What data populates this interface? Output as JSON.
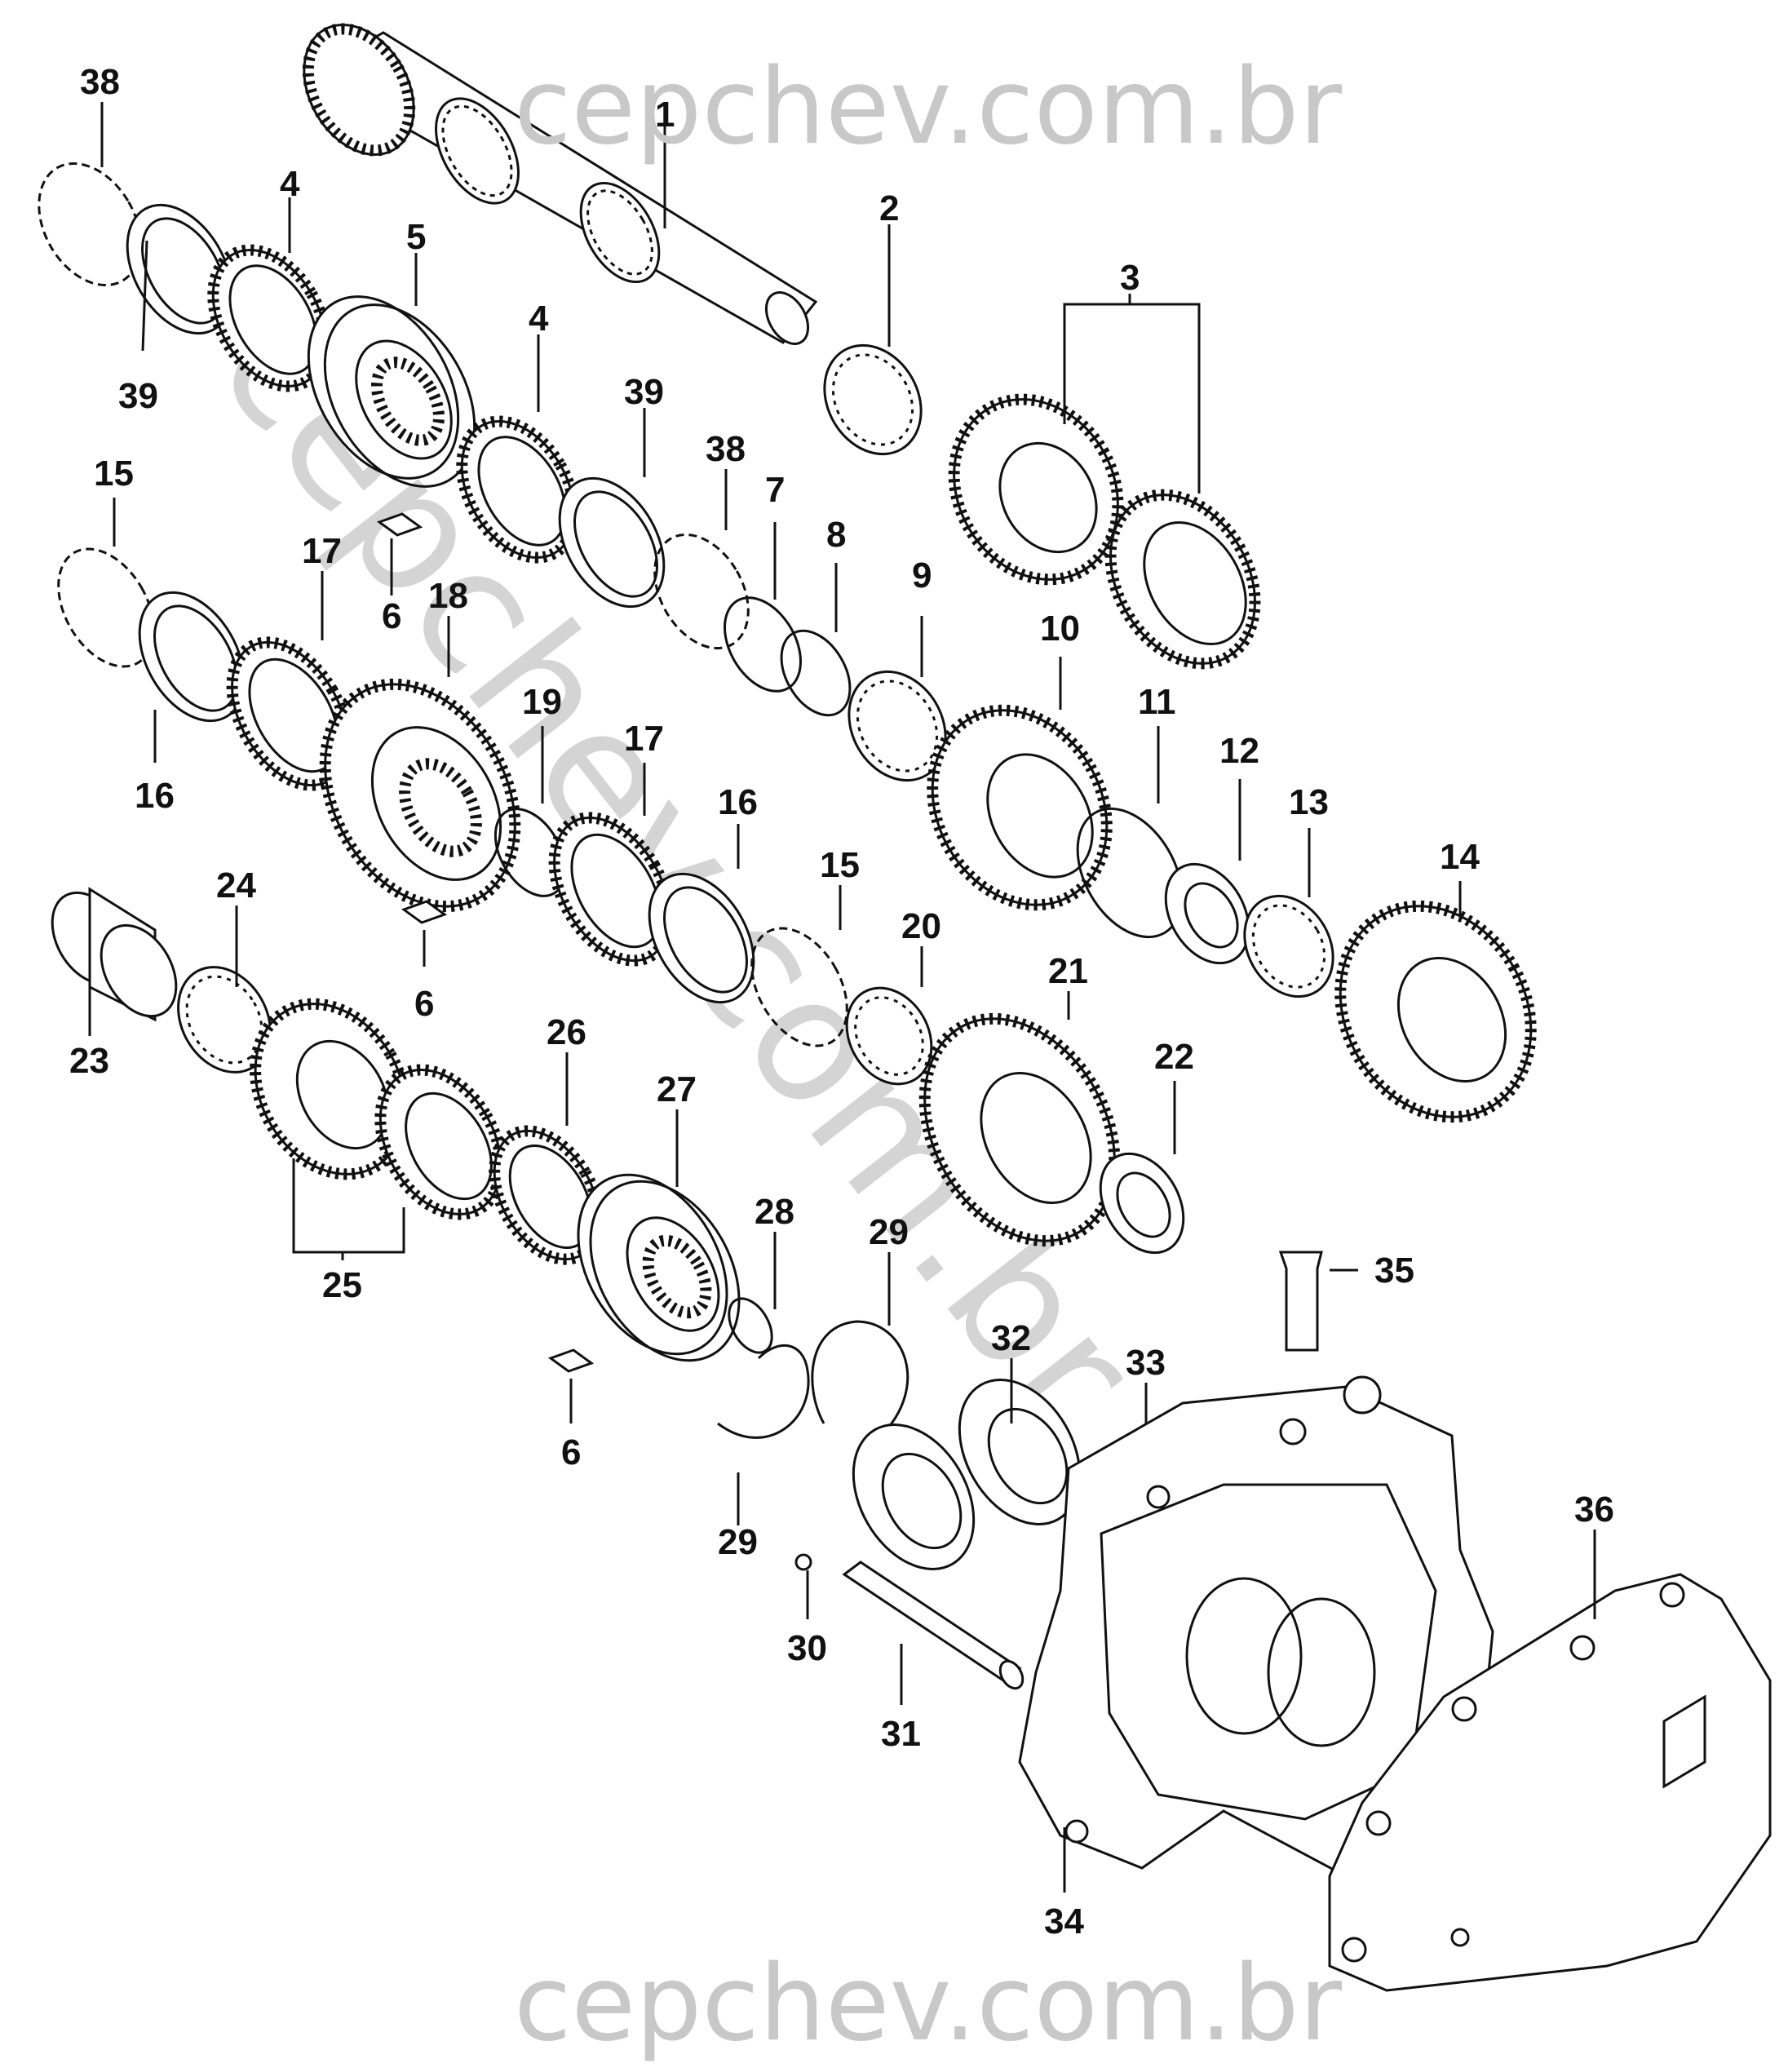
{
  "watermarks": {
    "top": "cepchev.com.br",
    "bottom": "cepchev.com.br",
    "diagonal": "cepchev.com.br"
  },
  "callouts": [
    {
      "id": "c1",
      "label": "1"
    },
    {
      "id": "c2",
      "label": "2"
    },
    {
      "id": "c3",
      "label": "3"
    },
    {
      "id": "c4a",
      "label": "4"
    },
    {
      "id": "c4b",
      "label": "4"
    },
    {
      "id": "c5",
      "label": "5"
    },
    {
      "id": "c6a",
      "label": "6"
    },
    {
      "id": "c6b",
      "label": "6"
    },
    {
      "id": "c6c",
      "label": "6"
    },
    {
      "id": "c7",
      "label": "7"
    },
    {
      "id": "c8",
      "label": "8"
    },
    {
      "id": "c9",
      "label": "9"
    },
    {
      "id": "c10",
      "label": "10"
    },
    {
      "id": "c11",
      "label": "11"
    },
    {
      "id": "c12",
      "label": "12"
    },
    {
      "id": "c13",
      "label": "13"
    },
    {
      "id": "c14",
      "label": "14"
    },
    {
      "id": "c15a",
      "label": "15"
    },
    {
      "id": "c15b",
      "label": "15"
    },
    {
      "id": "c16a",
      "label": "16"
    },
    {
      "id": "c16b",
      "label": "16"
    },
    {
      "id": "c17a",
      "label": "17"
    },
    {
      "id": "c17b",
      "label": "17"
    },
    {
      "id": "c18",
      "label": "18"
    },
    {
      "id": "c19",
      "label": "19"
    },
    {
      "id": "c20",
      "label": "20"
    },
    {
      "id": "c21",
      "label": "21"
    },
    {
      "id": "c22",
      "label": "22"
    },
    {
      "id": "c23",
      "label": "23"
    },
    {
      "id": "c24",
      "label": "24"
    },
    {
      "id": "c25",
      "label": "25"
    },
    {
      "id": "c26",
      "label": "26"
    },
    {
      "id": "c27",
      "label": "27"
    },
    {
      "id": "c28",
      "label": "28"
    },
    {
      "id": "c29a",
      "label": "29"
    },
    {
      "id": "c29b",
      "label": "29"
    },
    {
      "id": "c30",
      "label": "30"
    },
    {
      "id": "c31",
      "label": "31"
    },
    {
      "id": "c32",
      "label": "32"
    },
    {
      "id": "c33",
      "label": "33"
    },
    {
      "id": "c34",
      "label": "34"
    },
    {
      "id": "c35",
      "label": "35"
    },
    {
      "id": "c36",
      "label": "36"
    },
    {
      "id": "c38a",
      "label": "38"
    },
    {
      "id": "c38b",
      "label": "38"
    },
    {
      "id": "c39a",
      "label": "39"
    },
    {
      "id": "c39b",
      "label": "39"
    }
  ]
}
